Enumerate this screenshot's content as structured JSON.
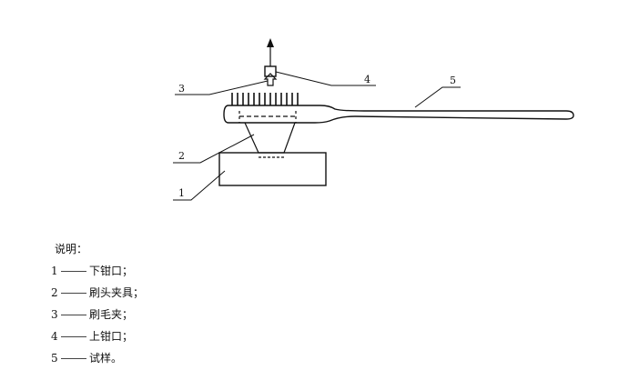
{
  "diagram": {
    "callouts": [
      "1",
      "2",
      "3",
      "4",
      "5"
    ]
  },
  "legend": {
    "title": "说明：",
    "items": [
      {
        "num": "1",
        "text": "下钳口；"
      },
      {
        "num": "2",
        "text": "刷头夹具；"
      },
      {
        "num": "3",
        "text": "刷毛夹；"
      },
      {
        "num": "4",
        "text": "上钳口；"
      },
      {
        "num": "5",
        "text": "试样。"
      }
    ]
  }
}
